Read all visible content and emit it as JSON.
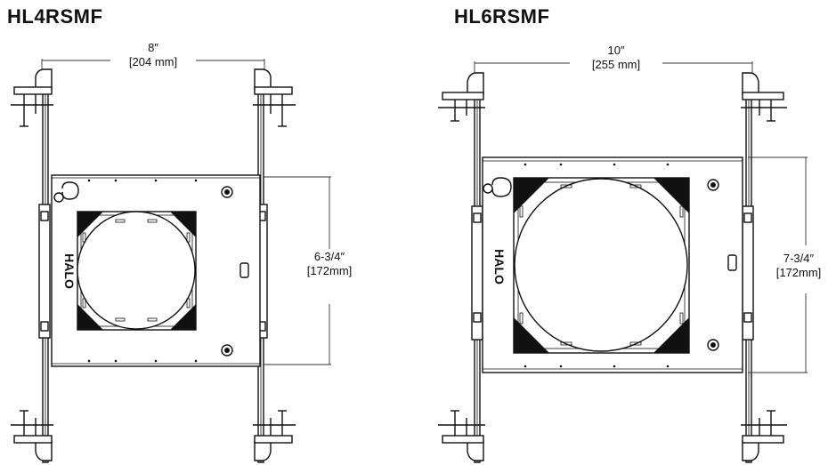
{
  "diagram": {
    "left": {
      "title": "HL4RSMF",
      "width_label": "8″",
      "width_label_mm": "[204 mm]",
      "height_label": "6-3/4″",
      "height_label_mm": "[172mm]",
      "logo_text": "HALO"
    },
    "right": {
      "title": "HL6RSMF",
      "width_label": "10″",
      "width_label_mm": "[255 mm]",
      "height_label": "7-3/4″",
      "height_label_mm": "[172mm]",
      "logo_text": "HALO"
    }
  }
}
